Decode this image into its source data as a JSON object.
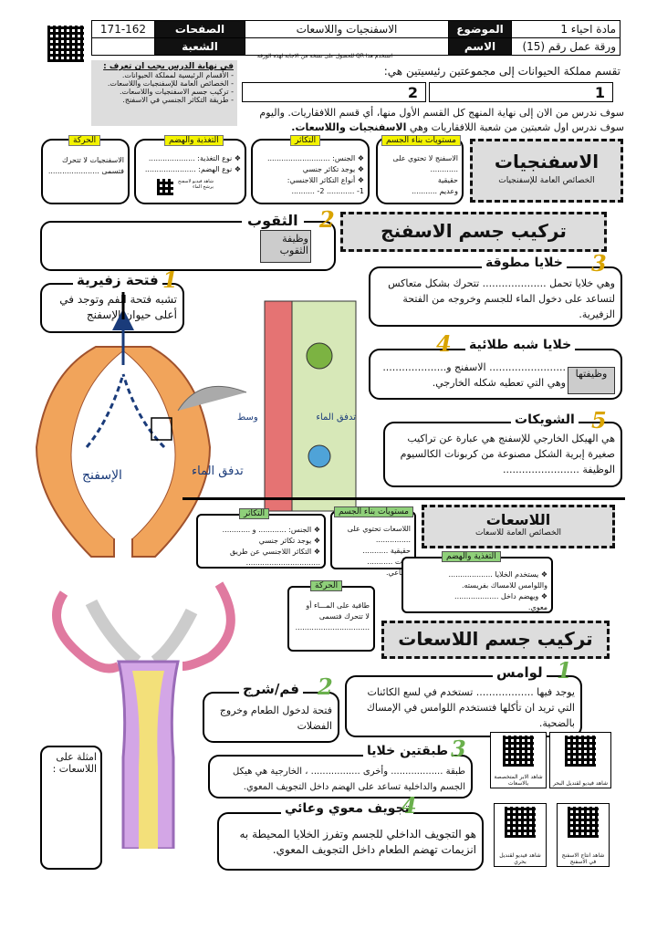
{
  "header": {
    "subject": "مادة احياء 1",
    "topic_label": "الموضوع",
    "topic": "الاسفنجيات واللاسعات",
    "pages_label": "الصفحات",
    "pages": "171-162",
    "worksheet": "ورقة عمل رقم (15)",
    "name_label": "الاسم",
    "division_label": "الشعبة",
    "qr_note": "استخدم هذا QR للحصول على نسخة من الاجابة لهذه الورقة"
  },
  "objectives": {
    "title": "في نهاية الدرس يجب ان تعرف :",
    "items": [
      "- الأقسام الرئيسية لمملكة الحيوانات.",
      "- الخصائص العامة للإسفنجيات واللاسعات.",
      "- تركيب جسم الاسفنجيات واللاسعات.",
      "- طريقة التكاثر الجنسي في الاسفنج."
    ]
  },
  "intro": {
    "line1": "تقسم مملكة الحيوانات إلى مجموعتين رئيسيتين هي:",
    "box1": "1",
    "box2": "2",
    "line2": "سوف ندرس من الان إلى نهاية المنهج كل القسم الأول منها، أي قسم اللافقاريات. واليوم",
    "line3": "سوف ندرس اول شعبتين من شعبة اللافقاريات وهي",
    "line3b": "الاسفنجيات واللاسعات."
  },
  "sponges": {
    "title": "الاسفنجيات",
    "subtitle": "الخصائص العامة للإسفنجيات",
    "levels": {
      "tag": "مستويات بناء الجسم",
      "l1": "الاسفنج لا تحتوي على ............",
      "l2": "حقيقية",
      "l3": "وعديم ..........."
    },
    "repro": {
      "tag": "التكاثر",
      "l1": "❖ الجنس: ...........................",
      "l2": "❖ يوجد تكاثر جنسي",
      "l3": "❖ أنواع التكاثر اللاجنسي:",
      "l4": "1- ............ 2- .........."
    },
    "feeding": {
      "tag": "التغذية والهضم",
      "l1": "❖ نوع التغذية: ....................",
      "l2": "❖ نوع الهضم: ......................",
      "qr": "شاهد فيديو لاسفنج يرشح الماء"
    },
    "movement": {
      "tag": "الحركة",
      "l1": "الاسفنجيات لا تتحرك",
      "l2": "فتسمى ......................"
    },
    "structure_title": "تركيب جسم الاسفنج",
    "pores": {
      "num": "2",
      "title": "الثقوب",
      "fn": "وظيفة الثقوب"
    },
    "osculum": {
      "num": "1",
      "title": "فتحة زفيرية",
      "text": "تشبه فتحة الفم وتوجد في أعلى حيوان الإسفنج"
    },
    "collar": {
      "num": "3",
      "title": "خلايا مطوقة",
      "text": "وهي خلايا تحمل .................... تتحرك بشكل متعاكس لتساعد على دخول الماء للجسم وخروجه من الفتحة الزفيرية."
    },
    "epi": {
      "num": "4",
      "title": "خلايا شبه طلائية",
      "fn": "وظيفتها",
      "text": "........................ الاسفنج و.................... وهي التي تعطيه شكله الخارجي."
    },
    "spicules": {
      "num": "5",
      "title": "الشويكات",
      "text": "هي الهيكل الخارجي للإسفنج هي عبارة عن تراكيب صغيرة إبرية الشكل مصنوعة من كربونات الكالسيوم الوظيفة ........................"
    },
    "diagram": {
      "water_in": "تدفق الماء",
      "water_in2": "تدفق الماء",
      "inside": "وسط",
      "sponge": "الإسفنج"
    }
  },
  "cnidaria": {
    "title": "اللاسعات",
    "subtitle": "الخصائص العامة للاسعات",
    "levels": {
      "tag": "مستويات بناء الجسم",
      "l1": "اللاسعات تحتوي على ...............",
      "l2": "حقيقية ...........",
      "l3": "وذات ...........",
      "l4": "شعاعي."
    },
    "repro": {
      "tag": "التكاثر",
      "l1": "❖ الجنس: ............ و ............",
      "l2": "❖ يوجد تكاثر جنسي",
      "l3": "❖ التكاثر اللاجنسي عن طريق",
      "l4": "................................"
    },
    "feeding": {
      "tag": "التغذية والهضم",
      "l1": "❖ يستخدم الخلايا ...................",
      "l2": "واللوامس للامساك بفريسته.",
      "l3": "❖ ويهضم داخل ...................",
      "l4": "معوي."
    },
    "movement": {
      "tag": "الحركة",
      "l1": "طافية على المـــاء أو",
      "l2": "لا تتحرك فتسمى",
      "l3": "................................"
    },
    "structure_title": "تركيب جسم اللاسعات",
    "tentacles": {
      "num": "1",
      "title": "لوامس",
      "text": "يوجد فيها .................. تستخدم في لسع الكائنات التي تريد ان تأكلها فتستخدم اللوامس في الإمساك بالضحية."
    },
    "mouth": {
      "num": "2",
      "title": "فم/شرج",
      "text": "فتحة لدخول الطعام وخروج الفضلات"
    },
    "layers": {
      "num": "3",
      "title": "طبقتين خلايا",
      "text": "طبقة .................. وأخرى ................. ، الخارجية هي هيكل الجسم والداخلية تساعد على الهضم داخل التجويف المعوي."
    },
    "cavity": {
      "num": "4",
      "title": "تجويف معوي وعائي",
      "text": "هو التجويف الداخلي للجسم وتفرز الخلايا المحيطة به انزيمات تهضم الطعام داخل التجويف المعوي."
    },
    "examples": "امثلة على اللاسعات :",
    "qr": [
      "شاهد فيديو لقنديل البحر",
      "شاهد الابر المتخصصة بالاسعات",
      "شاهد فيديو لقنديل بحري",
      "شاهد انتاج الاسفنج في الاسفنج"
    ]
  }
}
